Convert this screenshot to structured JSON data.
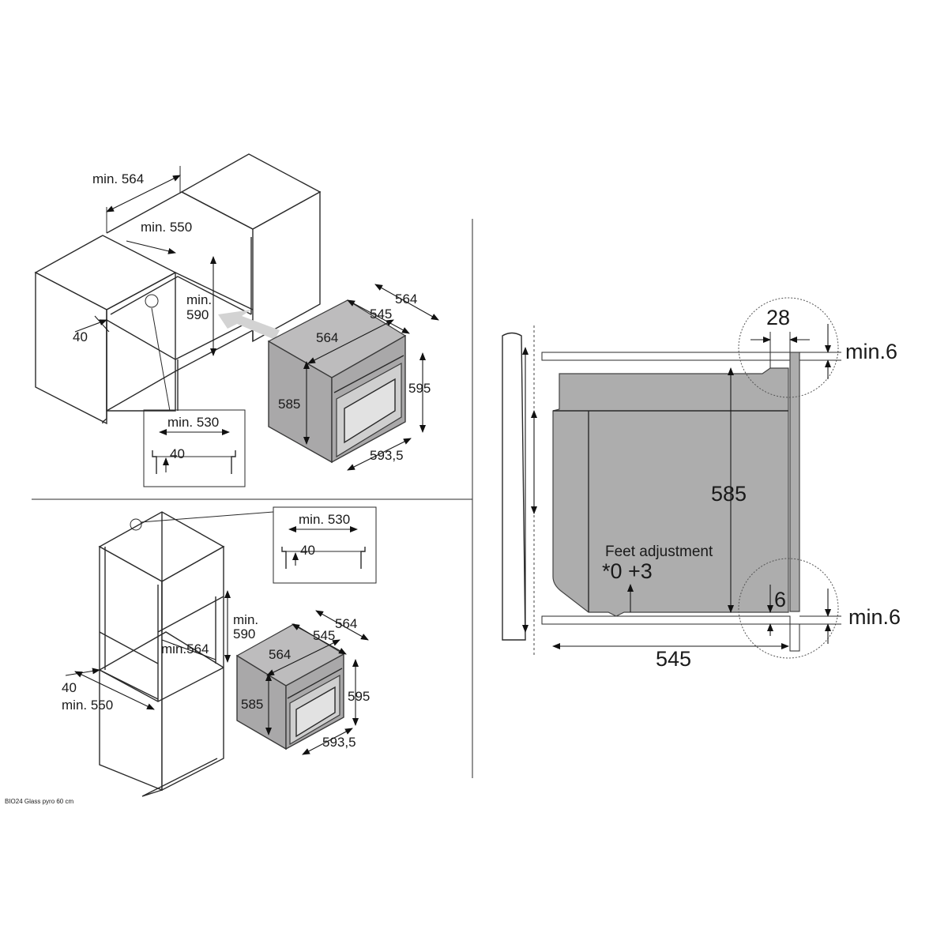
{
  "diagram": {
    "kitchen_unit": {
      "d_width_min": "min. 564",
      "d_opening_min": "min. 550",
      "d_height_min_1": "min.",
      "d_height_min_2": "590",
      "d_front": "40",
      "detail_width": "min. 530",
      "detail_depth": "40"
    },
    "oven_top": {
      "d_depth_total": "564",
      "d_depth_body": "545",
      "d_width": "564",
      "d_height_body": "585",
      "d_height_total": "595",
      "d_front_width": "593,5"
    },
    "tall_unit": {
      "detail_width": "min. 530",
      "detail_depth": "40",
      "d_height_min_1": "min.",
      "d_height_min_2": "590",
      "d_width_min": "min.564",
      "d_front": "40",
      "d_opening_min": "min. 550"
    },
    "oven_bottom": {
      "d_depth_total": "564",
      "d_depth_body": "545",
      "d_width": "564",
      "d_height_body": "585",
      "d_height_total": "595",
      "d_front_width": "593,5"
    },
    "section": {
      "d_gap_top": "28",
      "d_min_top": "min.6",
      "d_height": "585",
      "feet_label": "Feet adjustment",
      "feet_value": "*0 +3",
      "d_feet": "6",
      "d_min_bottom": "min.6",
      "d_depth": "545"
    },
    "caption": "BIO24 Glass pyro 60 cm"
  }
}
